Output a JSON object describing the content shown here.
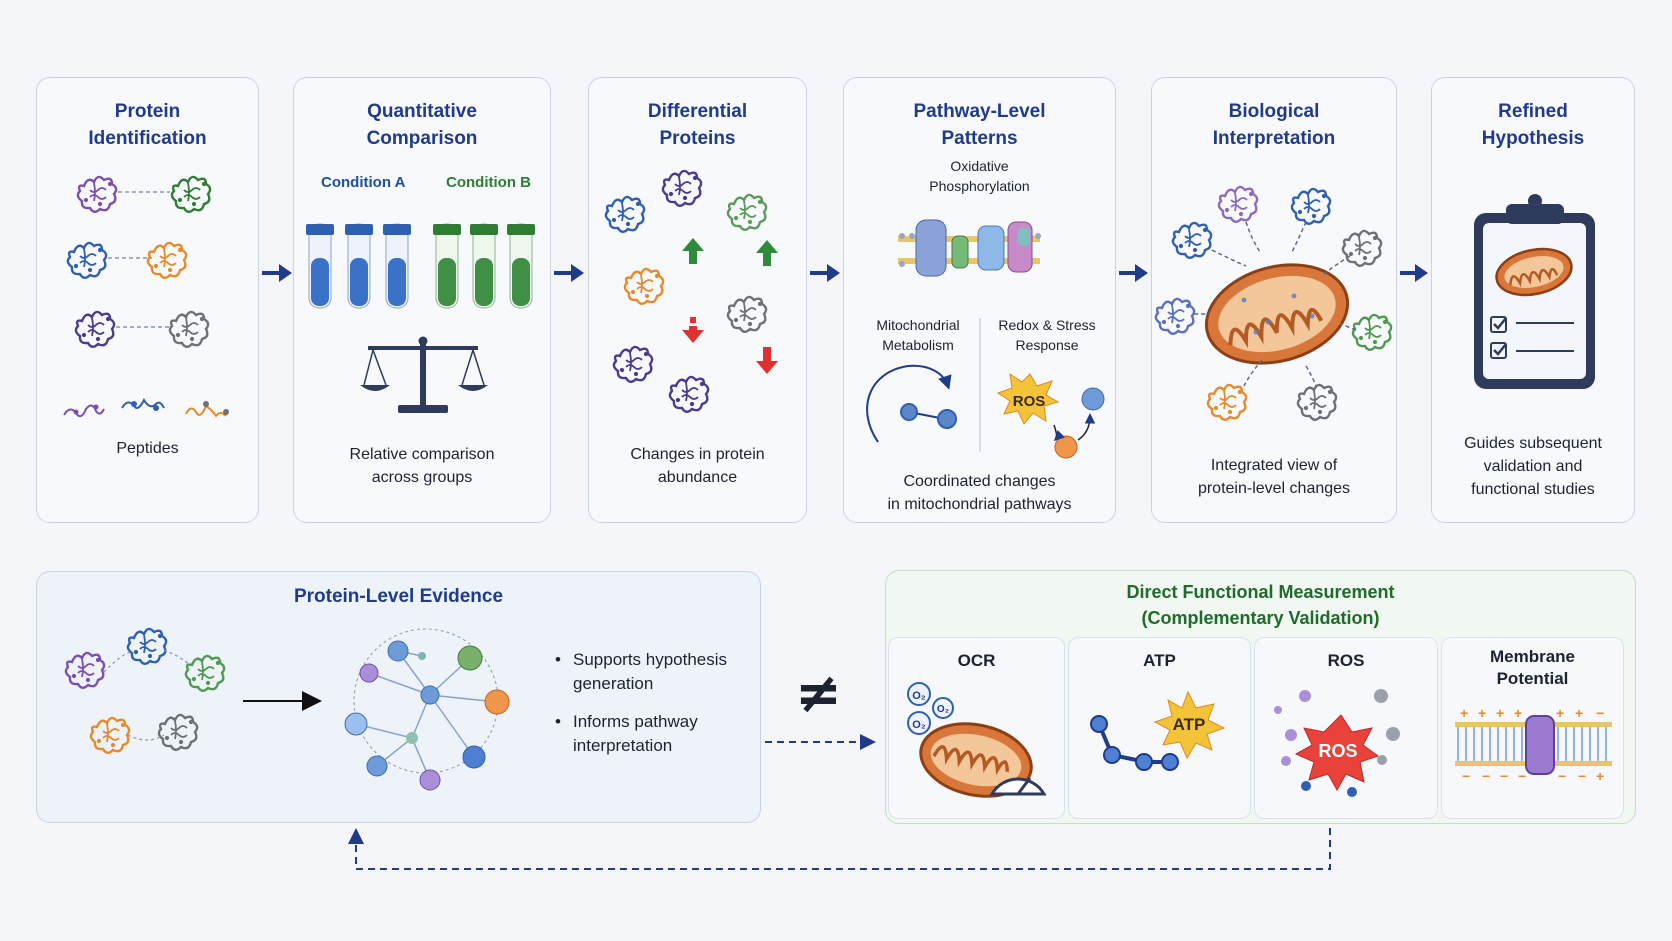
{
  "steps": [
    {
      "title": "Protein\nIdentification",
      "caption": "Peptides"
    },
    {
      "title": "Quantitative\nComparison",
      "condition_a": "Condition A",
      "condition_b": "Condition B",
      "caption": "Relative comparison\nacross groups"
    },
    {
      "title": "Differential\nProteins",
      "caption": "Changes in protein\nabundance"
    },
    {
      "title": "Pathway-Level\nPatterns",
      "oxphos": "Oxidative\nPhosphorylation",
      "mito_metab": "Mitochondrial\nMetabolism",
      "redox": "Redox & Stress\nResponse",
      "ros_label": "ROS",
      "caption": "Coordinated changes\nin mitochondrial pathways"
    },
    {
      "title": "Biological\nInterpretation",
      "caption": "Integrated view of\nprotein-level changes"
    },
    {
      "title": "Refined\nHypothesis",
      "caption": "Guides subsequent\nvalidation and\nfunctional studies"
    }
  ],
  "evidence": {
    "title": "Protein-Level Evidence",
    "bullets": [
      "Supports hypothesis\ngeneration",
      "Informs pathway\ninterpretation"
    ]
  },
  "not_equal_symbol": "≠",
  "functional": {
    "title": "Direct Functional Measurement\n(Complementary Validation)",
    "panels": [
      {
        "title": "OCR",
        "o2": "O₂"
      },
      {
        "title": "ATP",
        "badge": "ATP"
      },
      {
        "title": "ROS",
        "badge": "ROS"
      },
      {
        "title": "Membrane\nPotential"
      }
    ]
  },
  "colors": {
    "navy": "#1f3b8a",
    "green": "#2e7d32",
    "purple": "#7b4fb0",
    "orange": "#e8892a",
    "gray": "#6f6f76",
    "blue": "#2f5fb0",
    "up_arrow": "#2e8b3a",
    "down_arrow": "#e03030"
  }
}
